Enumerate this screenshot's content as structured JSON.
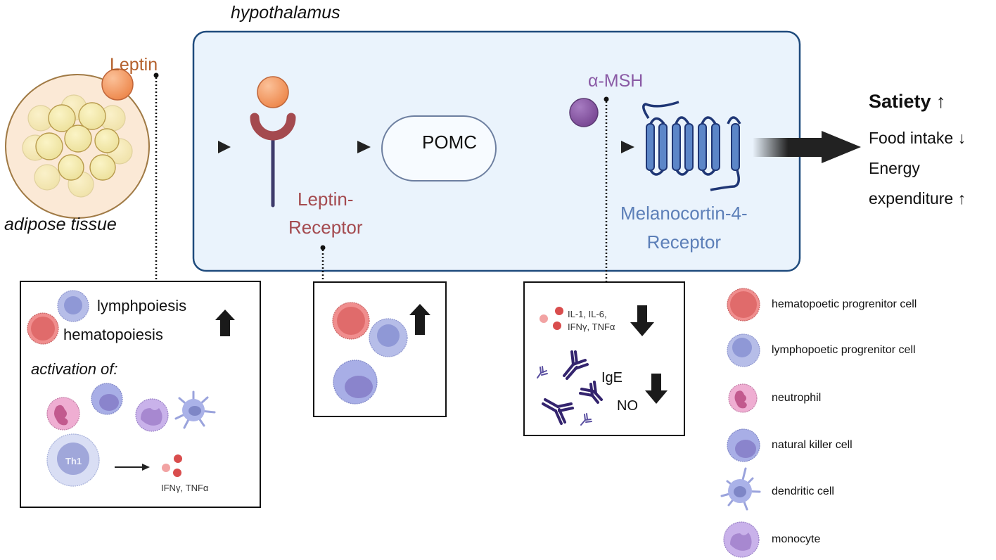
{
  "diagram": {
    "region_label": "hypothalamus",
    "tissue_label": "adipose tissue",
    "hormone_label": "Leptin",
    "receptor_label_line1": "Leptin-",
    "receptor_label_line2": "Receptor",
    "pomc_label": "POMC",
    "msh_label": "α-MSH",
    "mc4r_label_line1": "Melanocortin-4-",
    "mc4r_label_line2": "Receptor",
    "outcome": {
      "title": "Satiety ↑",
      "lines": [
        "Food intake ↓",
        "Energy",
        "expenditure ↑"
      ]
    },
    "colors": {
      "hypothalamus_fill": "#eaf3fc",
      "hypothalamus_border": "#1f4b7d",
      "leptin": "#f4a06a",
      "leptin_receptor": "#a44a4f",
      "msh": "#8a5aa5",
      "mc4r": "#5c86c8",
      "hematopoetic": "#e07070",
      "lymphopoetic": "#a9b2e3"
    }
  },
  "panels": {
    "leptin_effects": {
      "lymph_label": "lymphpoiesis",
      "hema_label": "hematopoiesis",
      "trend": "up",
      "activation_label": "activation of:",
      "th1_label": "Th1",
      "cytokines_label": "IFNγ, TNFα"
    },
    "receptor_effects": {
      "trend": "up"
    },
    "msh_effects": {
      "cytokines_label_line1": "IL-1, IL-6,",
      "cytokines_label_line2": "IFNγ, TNFα",
      "cytokines_trend": "down",
      "ige_label": "IgE",
      "no_label": "NO",
      "ige_no_trend": "down"
    }
  },
  "legend": {
    "items": [
      {
        "icon": "hematopoetic-progenitor-cell-icon",
        "label": "hematopoetic progrenitor cell"
      },
      {
        "icon": "lymphopoetic-progenitor-cell-icon",
        "label": "lymphopoetic progrenitor cell"
      },
      {
        "icon": "neutrophil-icon",
        "label": "neutrophil"
      },
      {
        "icon": "natural-killer-cell-icon",
        "label": "natural killer cell"
      },
      {
        "icon": "dendritic-cell-icon",
        "label": "dendritic cell"
      },
      {
        "icon": "monocyte-icon",
        "label": "monocyte"
      }
    ]
  }
}
